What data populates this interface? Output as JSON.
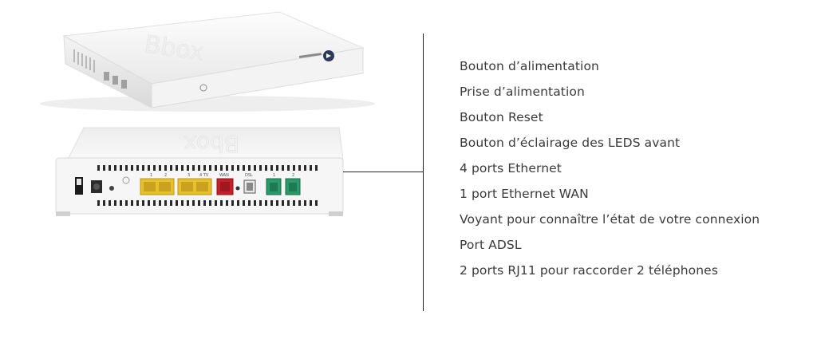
{
  "device": {
    "brand_top": "Bbox",
    "brand_back": "Bbox",
    "back_port_labels": [
      "1",
      "2",
      "3",
      "4 TV",
      "WAN",
      "DSL",
      "1",
      "2"
    ]
  },
  "features": [
    "Bouton d’alimentation",
    "Prise d’alimentation",
    "Bouton Reset",
    "Bouton d’éclairage des LEDS avant",
    "4 ports Ethernet",
    "1 port Ethernet WAN",
    "Voyant pour connaître l’état de votre connexion",
    "Port ADSL",
    "2 ports RJ11 pour raccorder 2 téléphones"
  ],
  "colors": {
    "ethernet_port": "#e6c12a",
    "wan_port": "#c8202a",
    "phone_port": "#2a9a6a",
    "device_body": "#f1f1f1"
  }
}
